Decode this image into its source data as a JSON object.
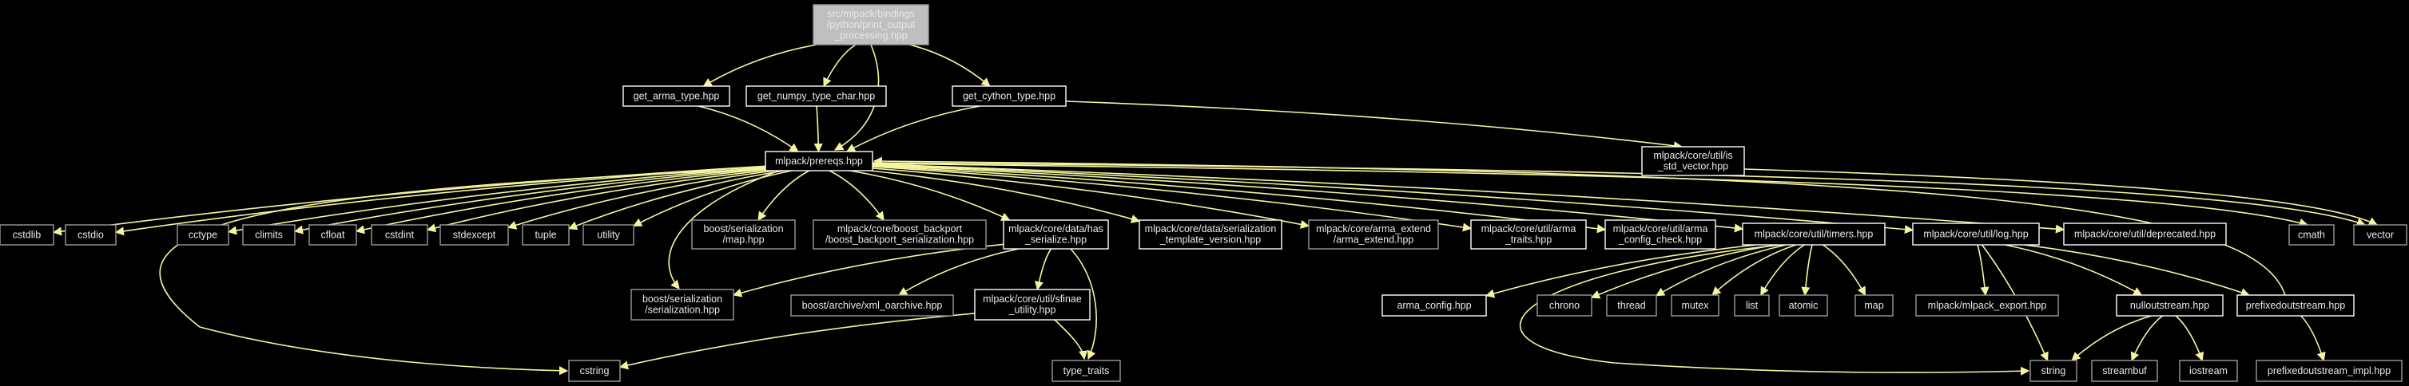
{
  "colors": {
    "background": "#000000",
    "edge": "#f5f5a0",
    "root_fill": "#bfbfbf",
    "root_text": "#000000",
    "documented_border": "#ffffff",
    "external_border": "#9a9a9a",
    "text": "#e8e8e8"
  },
  "nodes": [
    {
      "id": "root",
      "lines": [
        "src/mlpack/bindings",
        "/python/print_output",
        "_processing.hpp"
      ],
      "kind": "root"
    },
    {
      "id": "get_arma_type",
      "lines": [
        "get_arma_type.hpp"
      ],
      "kind": "documented"
    },
    {
      "id": "get_numpy_type_char",
      "lines": [
        "get_numpy_type_char.hpp"
      ],
      "kind": "documented"
    },
    {
      "id": "get_cython_type",
      "lines": [
        "get_cython_type.hpp"
      ],
      "kind": "documented"
    },
    {
      "id": "prereqs",
      "lines": [
        "mlpack/prereqs.hpp"
      ],
      "kind": "documented"
    },
    {
      "id": "is_std_vector",
      "lines": [
        "mlpack/core/util/is",
        "_std_vector.hpp"
      ],
      "kind": "documented"
    },
    {
      "id": "cstdlib",
      "lines": [
        "cstdlib"
      ],
      "kind": "external"
    },
    {
      "id": "cstdio",
      "lines": [
        "cstdio"
      ],
      "kind": "external"
    },
    {
      "id": "cctype",
      "lines": [
        "cctype"
      ],
      "kind": "external"
    },
    {
      "id": "climits",
      "lines": [
        "climits"
      ],
      "kind": "external"
    },
    {
      "id": "cfloat",
      "lines": [
        "cfloat"
      ],
      "kind": "external"
    },
    {
      "id": "cstdint",
      "lines": [
        "cstdint"
      ],
      "kind": "external"
    },
    {
      "id": "stdexcept",
      "lines": [
        "stdexcept"
      ],
      "kind": "external"
    },
    {
      "id": "tuple",
      "lines": [
        "tuple"
      ],
      "kind": "external"
    },
    {
      "id": "utility",
      "lines": [
        "utility"
      ],
      "kind": "external"
    },
    {
      "id": "boost_map",
      "lines": [
        "boost/serialization",
        "/map.hpp"
      ],
      "kind": "external"
    },
    {
      "id": "boost_backport",
      "lines": [
        "mlpack/core/boost_backport",
        "/boost_backport_serialization.hpp"
      ],
      "kind": "external"
    },
    {
      "id": "has_serialize",
      "lines": [
        "mlpack/core/data/has",
        "_serialize.hpp"
      ],
      "kind": "documented"
    },
    {
      "id": "serialization_template_version",
      "lines": [
        "mlpack/core/data/serialization",
        "_template_version.hpp"
      ],
      "kind": "documented"
    },
    {
      "id": "arma_extend",
      "lines": [
        "mlpack/core/arma_extend",
        "/arma_extend.hpp"
      ],
      "kind": "external"
    },
    {
      "id": "arma_traits",
      "lines": [
        "mlpack/core/util/arma",
        "_traits.hpp"
      ],
      "kind": "documented"
    },
    {
      "id": "arma_config_check",
      "lines": [
        "mlpack/core/util/arma",
        "_config_check.hpp"
      ],
      "kind": "documented"
    },
    {
      "id": "timers",
      "lines": [
        "mlpack/core/util/timers.hpp"
      ],
      "kind": "documented"
    },
    {
      "id": "log",
      "lines": [
        "mlpack/core/util/log.hpp"
      ],
      "kind": "documented"
    },
    {
      "id": "deprecated",
      "lines": [
        "mlpack/core/util/deprecated.hpp"
      ],
      "kind": "documented"
    },
    {
      "id": "cmath",
      "lines": [
        "cmath"
      ],
      "kind": "external"
    },
    {
      "id": "vector",
      "lines": [
        "vector"
      ],
      "kind": "external"
    },
    {
      "id": "boost_serialization",
      "lines": [
        "boost/serialization",
        "/serialization.hpp"
      ],
      "kind": "external"
    },
    {
      "id": "xml_oarchive",
      "lines": [
        "boost/archive/xml_oarchive.hpp"
      ],
      "kind": "external"
    },
    {
      "id": "sfinae_utility",
      "lines": [
        "mlpack/core/util/sfinae",
        "_utility.hpp"
      ],
      "kind": "documented"
    },
    {
      "id": "arma_config",
      "lines": [
        "arma_config.hpp"
      ],
      "kind": "documented"
    },
    {
      "id": "chrono",
      "lines": [
        "chrono"
      ],
      "kind": "external"
    },
    {
      "id": "thread",
      "lines": [
        "thread"
      ],
      "kind": "external"
    },
    {
      "id": "mutex",
      "lines": [
        "mutex"
      ],
      "kind": "external"
    },
    {
      "id": "list",
      "lines": [
        "list"
      ],
      "kind": "external"
    },
    {
      "id": "atomic",
      "lines": [
        "atomic"
      ],
      "kind": "external"
    },
    {
      "id": "map",
      "lines": [
        "map"
      ],
      "kind": "external"
    },
    {
      "id": "mlpack_export",
      "lines": [
        "mlpack/mlpack_export.hpp"
      ],
      "kind": "external"
    },
    {
      "id": "nulloutstream",
      "lines": [
        "nulloutstream.hpp"
      ],
      "kind": "documented"
    },
    {
      "id": "prefixedoutstream",
      "lines": [
        "prefixedoutstream.hpp"
      ],
      "kind": "documented"
    },
    {
      "id": "cstring",
      "lines": [
        "cstring"
      ],
      "kind": "external"
    },
    {
      "id": "type_traits",
      "lines": [
        "type_traits"
      ],
      "kind": "external"
    },
    {
      "id": "string",
      "lines": [
        "string"
      ],
      "kind": "external"
    },
    {
      "id": "streambuf",
      "lines": [
        "streambuf"
      ],
      "kind": "external"
    },
    {
      "id": "iostream",
      "lines": [
        "iostream"
      ],
      "kind": "external"
    },
    {
      "id": "prefixedoutstream_impl",
      "lines": [
        "prefixedoutstream_impl.hpp"
      ],
      "kind": "external"
    }
  ],
  "edges": [
    [
      "root",
      "get_arma_type"
    ],
    [
      "root",
      "get_numpy_type_char"
    ],
    [
      "root",
      "get_cython_type"
    ],
    [
      "root",
      "prereqs"
    ],
    [
      "get_arma_type",
      "prereqs"
    ],
    [
      "get_numpy_type_char",
      "prereqs"
    ],
    [
      "get_cython_type",
      "prereqs"
    ],
    [
      "get_cython_type",
      "is_std_vector"
    ],
    [
      "is_std_vector",
      "vector"
    ],
    [
      "prereqs",
      "cstdlib"
    ],
    [
      "prereqs",
      "cstdio"
    ],
    [
      "prereqs",
      "cctype"
    ],
    [
      "prereqs",
      "climits"
    ],
    [
      "prereqs",
      "cfloat"
    ],
    [
      "prereqs",
      "cstdint"
    ],
    [
      "prereqs",
      "stdexcept"
    ],
    [
      "prereqs",
      "tuple"
    ],
    [
      "prereqs",
      "utility"
    ],
    [
      "prereqs",
      "boost_map"
    ],
    [
      "prereqs",
      "boost_backport"
    ],
    [
      "prereqs",
      "has_serialize"
    ],
    [
      "prereqs",
      "serialization_template_version"
    ],
    [
      "prereqs",
      "arma_extend"
    ],
    [
      "prereqs",
      "arma_traits"
    ],
    [
      "prereqs",
      "arma_config_check"
    ],
    [
      "prereqs",
      "timers"
    ],
    [
      "prereqs",
      "log"
    ],
    [
      "prereqs",
      "deprecated"
    ],
    [
      "prereqs",
      "cmath"
    ],
    [
      "prereqs",
      "vector"
    ],
    [
      "prereqs",
      "boost_serialization"
    ],
    [
      "prereqs",
      "cstring"
    ],
    [
      "has_serialize",
      "boost_serialization"
    ],
    [
      "has_serialize",
      "xml_oarchive"
    ],
    [
      "has_serialize",
      "sfinae_utility"
    ],
    [
      "has_serialize",
      "type_traits"
    ],
    [
      "sfinae_utility",
      "type_traits"
    ],
    [
      "sfinae_utility",
      "cstring"
    ],
    [
      "timers",
      "arma_config"
    ],
    [
      "timers",
      "chrono"
    ],
    [
      "timers",
      "thread"
    ],
    [
      "timers",
      "mutex"
    ],
    [
      "timers",
      "list"
    ],
    [
      "timers",
      "atomic"
    ],
    [
      "timers",
      "map"
    ],
    [
      "timers",
      "string"
    ],
    [
      "log",
      "mlpack_export"
    ],
    [
      "log",
      "nulloutstream"
    ],
    [
      "log",
      "prefixedoutstream"
    ],
    [
      "log",
      "string"
    ],
    [
      "nulloutstream",
      "string"
    ],
    [
      "nulloutstream",
      "streambuf"
    ],
    [
      "nulloutstream",
      "iostream"
    ],
    [
      "prefixedoutstream",
      "prefixedoutstream_impl"
    ],
    [
      "prefixedoutstream",
      "prereqs"
    ]
  ]
}
